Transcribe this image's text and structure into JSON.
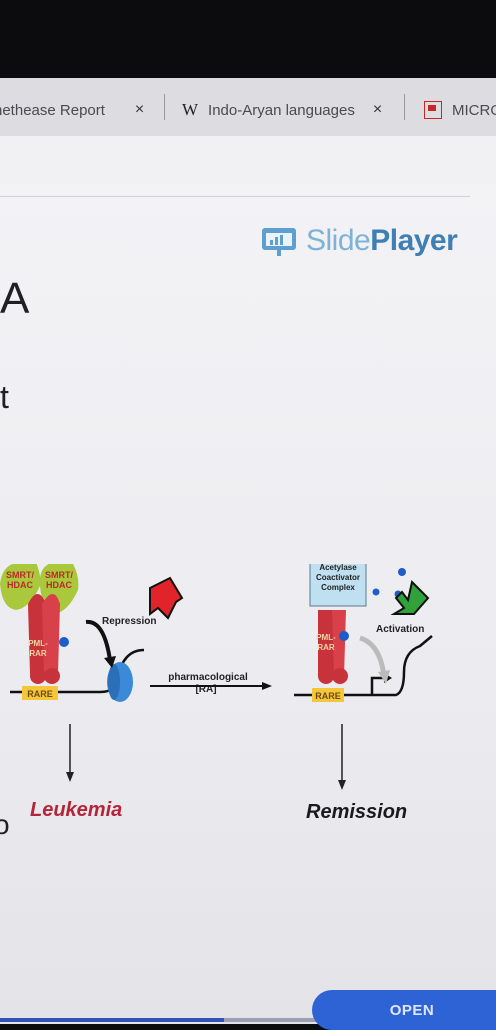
{
  "browser": {
    "tabs": [
      {
        "label": "nethease Report",
        "close": "×"
      },
      {
        "label": "Indo-Aryan languages",
        "close": "×",
        "icon": "wikipedia-w"
      },
      {
        "label": "MICRO",
        "icon": "slideshow-icon"
      }
    ]
  },
  "slide": {
    "logo": {
      "light": "Slide",
      "bold": "Player"
    },
    "heading_fragment": "A",
    "line_fragment": "t",
    "bullet_fragment": "o",
    "diagram": {
      "left_complex": [
        "SMRT/",
        "HDAC"
      ],
      "left_complex_2": [
        "SMRT/",
        "HDAC"
      ],
      "left_receptor": [
        "PML-",
        "RAR"
      ],
      "left_rare": "RARE",
      "repression": "Repression",
      "treatment": [
        "pharmacological",
        "[RA]"
      ],
      "right_complex": [
        "Acetylase",
        "Coactivator",
        "Complex"
      ],
      "right_receptor": [
        "PML-",
        "RAR"
      ],
      "right_rare": "RARE",
      "activation": "Activation",
      "outcome_left": "Leukemia",
      "outcome_right": "Remission"
    },
    "colors": {
      "leukemia": "#b3263a",
      "receptor": "#c8323a",
      "complex_green": "#a9c83c",
      "arrow_red": "#e0242a",
      "arrow_green": "#2fa33a",
      "accent_blue": "#1e5cc8"
    }
  },
  "progress": {
    "fraction": 0.5
  },
  "open_button": {
    "label": "OPEN"
  }
}
